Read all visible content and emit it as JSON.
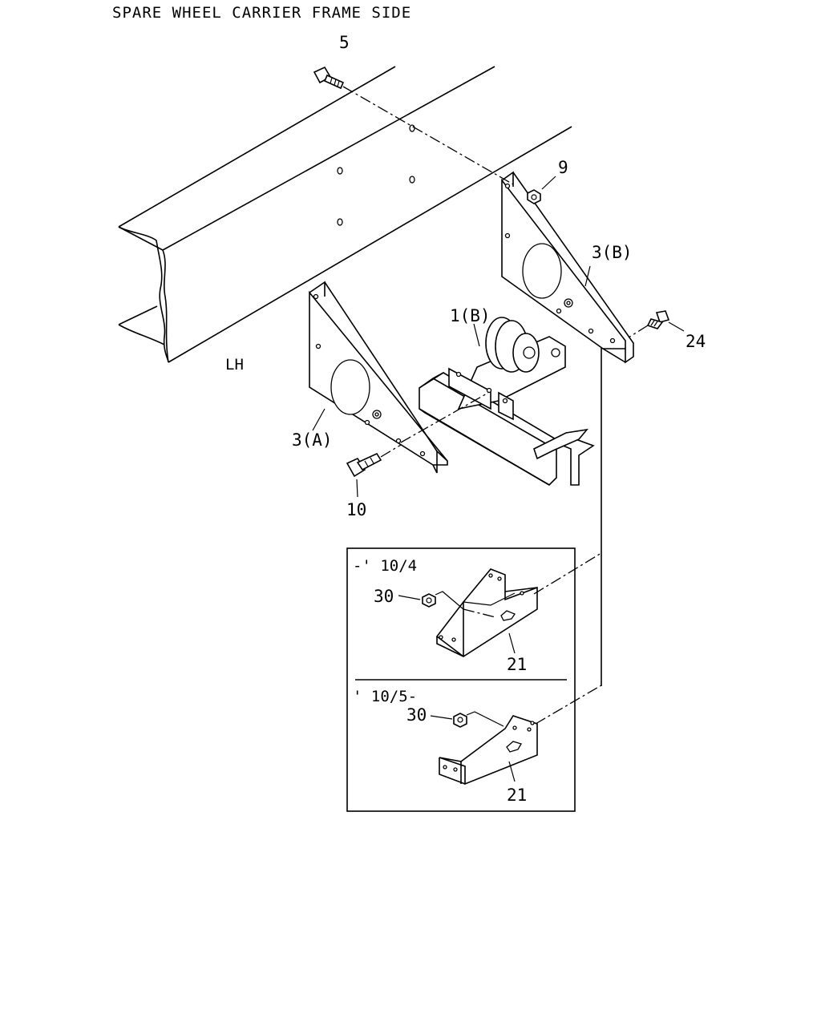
{
  "diagram": {
    "title": "SPARE WHEEL CARRIER FRAME SIDE",
    "side_label": "LH",
    "callouts": {
      "bolt_top": "5",
      "nut_upper": "9",
      "bracket_b": "3(B)",
      "bolt_right": "24",
      "carrier": "1(B)",
      "bracket_a": "3(A)",
      "bolt_lower": "10"
    },
    "inset": {
      "upper_period": "-' 10/4",
      "upper_nut": "30",
      "upper_bracket": "21",
      "lower_period": "' 10/5-",
      "lower_nut": "30",
      "lower_bracket": "21"
    }
  }
}
